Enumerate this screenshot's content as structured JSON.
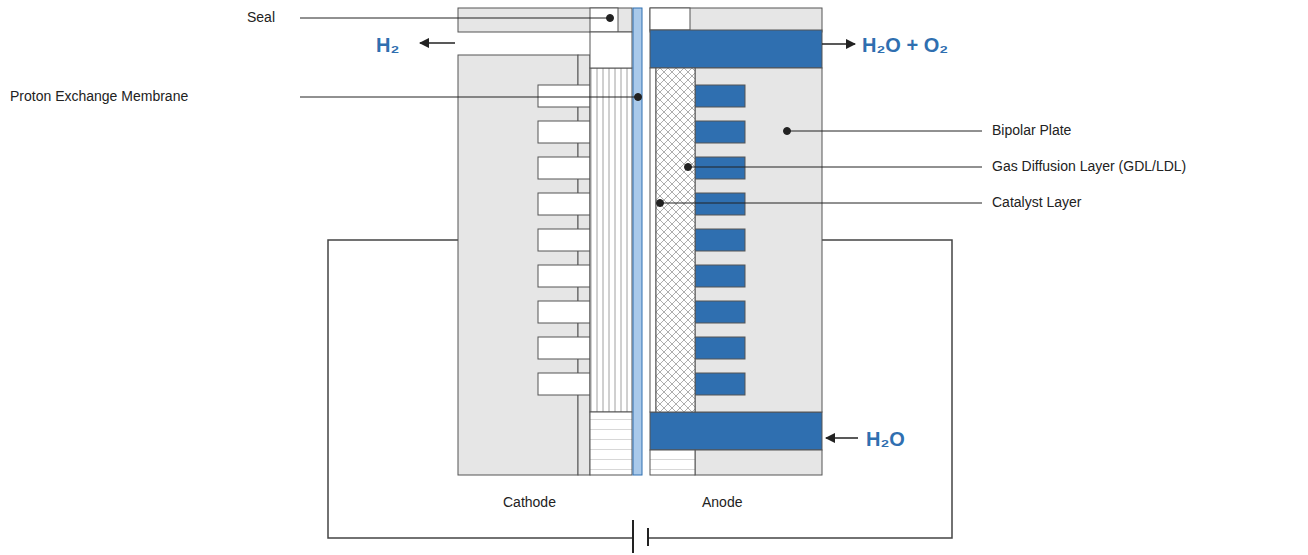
{
  "diagram": {
    "labels": [
      "Seal",
      "H₂",
      "H₂O + O₂",
      "Proton Exchange Membrane",
      "Bipolar Plate",
      "Gas Diffusion Layer (GDL/LDL)",
      "Catalyst Layer",
      "H₂O",
      "Cathode",
      "Anode"
    ]
  }
}
